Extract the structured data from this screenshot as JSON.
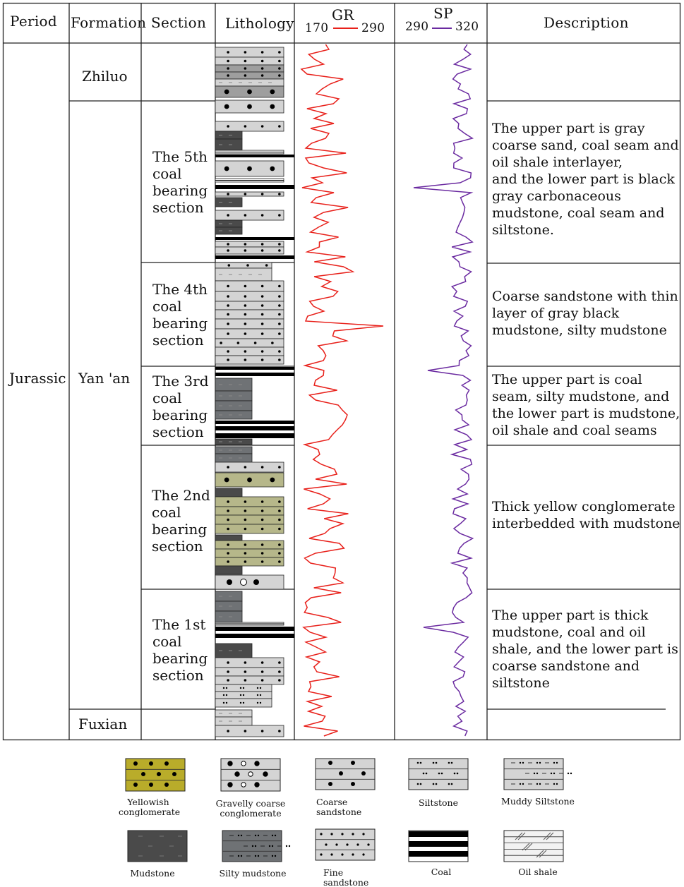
{
  "headers": {
    "period": "Period",
    "formation": "Formation",
    "section": "Section",
    "lithology": "Lithology",
    "gr": "GR",
    "gr_min": "170",
    "gr_max": "290",
    "sp": "SP",
    "sp_min": "290",
    "sp_max": "320",
    "description": "Description"
  },
  "period": "Jurassic",
  "formations": [
    "Zhiluo",
    "Yan 'an",
    "Fuxian"
  ],
  "sections": [
    [
      "The 5th",
      "coal",
      "bearing",
      "section"
    ],
    [
      "The 4th",
      "coal",
      "bearing",
      "section"
    ],
    [
      "The 3rd",
      "coal",
      "bearing",
      "section"
    ],
    [
      "The 2nd",
      "coal",
      "bearing",
      "section"
    ],
    [
      "The 1st",
      "coal",
      "bearing",
      "section"
    ]
  ],
  "descriptions": [
    [
      "The upper part is gray",
      "coarse sand, coal seam and",
      "oil shale interlayer,",
      "and the lower part is black",
      "gray carbonaceous",
      "mudstone, coal seam and",
      "siltstone."
    ],
    [
      "Coarse sandstone with thin",
      "layer of gray black",
      "mudstone, silty mudstone"
    ],
    [
      "The upper part is coal",
      "seam, silty mudstone, and",
      "the lower part is mudstone,",
      "oil shale and coal seams"
    ],
    [
      "Thick yellow conglomerate",
      "interbedded with mudstone"
    ],
    [
      "The upper part is thick",
      "mudstone, coal and oil",
      "shale, and the lower part is",
      "coarse sandstone and",
      "siltstone"
    ]
  ],
  "legend": [
    [
      "Yellowish",
      "conglomerate"
    ],
    [
      "Gravelly coarse",
      "conglomerate"
    ],
    [
      "Coarse",
      "sandstone"
    ],
    [
      "Siltstone"
    ],
    [
      "Muddy Siltstone"
    ],
    [
      "Mudstone"
    ],
    [
      "Silty mudstone"
    ],
    [
      "Fine",
      "sandstone"
    ],
    [
      "Coal"
    ],
    [
      "Oil shale"
    ]
  ],
  "colors": {
    "gr_curve": "#e8201a",
    "sp_curve": "#6a2aa0",
    "yellow_conglomerate": "#b9ac2a",
    "yellow_conglomerate_column": "#b6b78a",
    "mudstone": "#4a4a4a",
    "silty_mudstone": "#6f7275",
    "light_rock": "#d4d4d4",
    "medium_rock": "#9e9e9e",
    "coal": "#000000"
  }
}
